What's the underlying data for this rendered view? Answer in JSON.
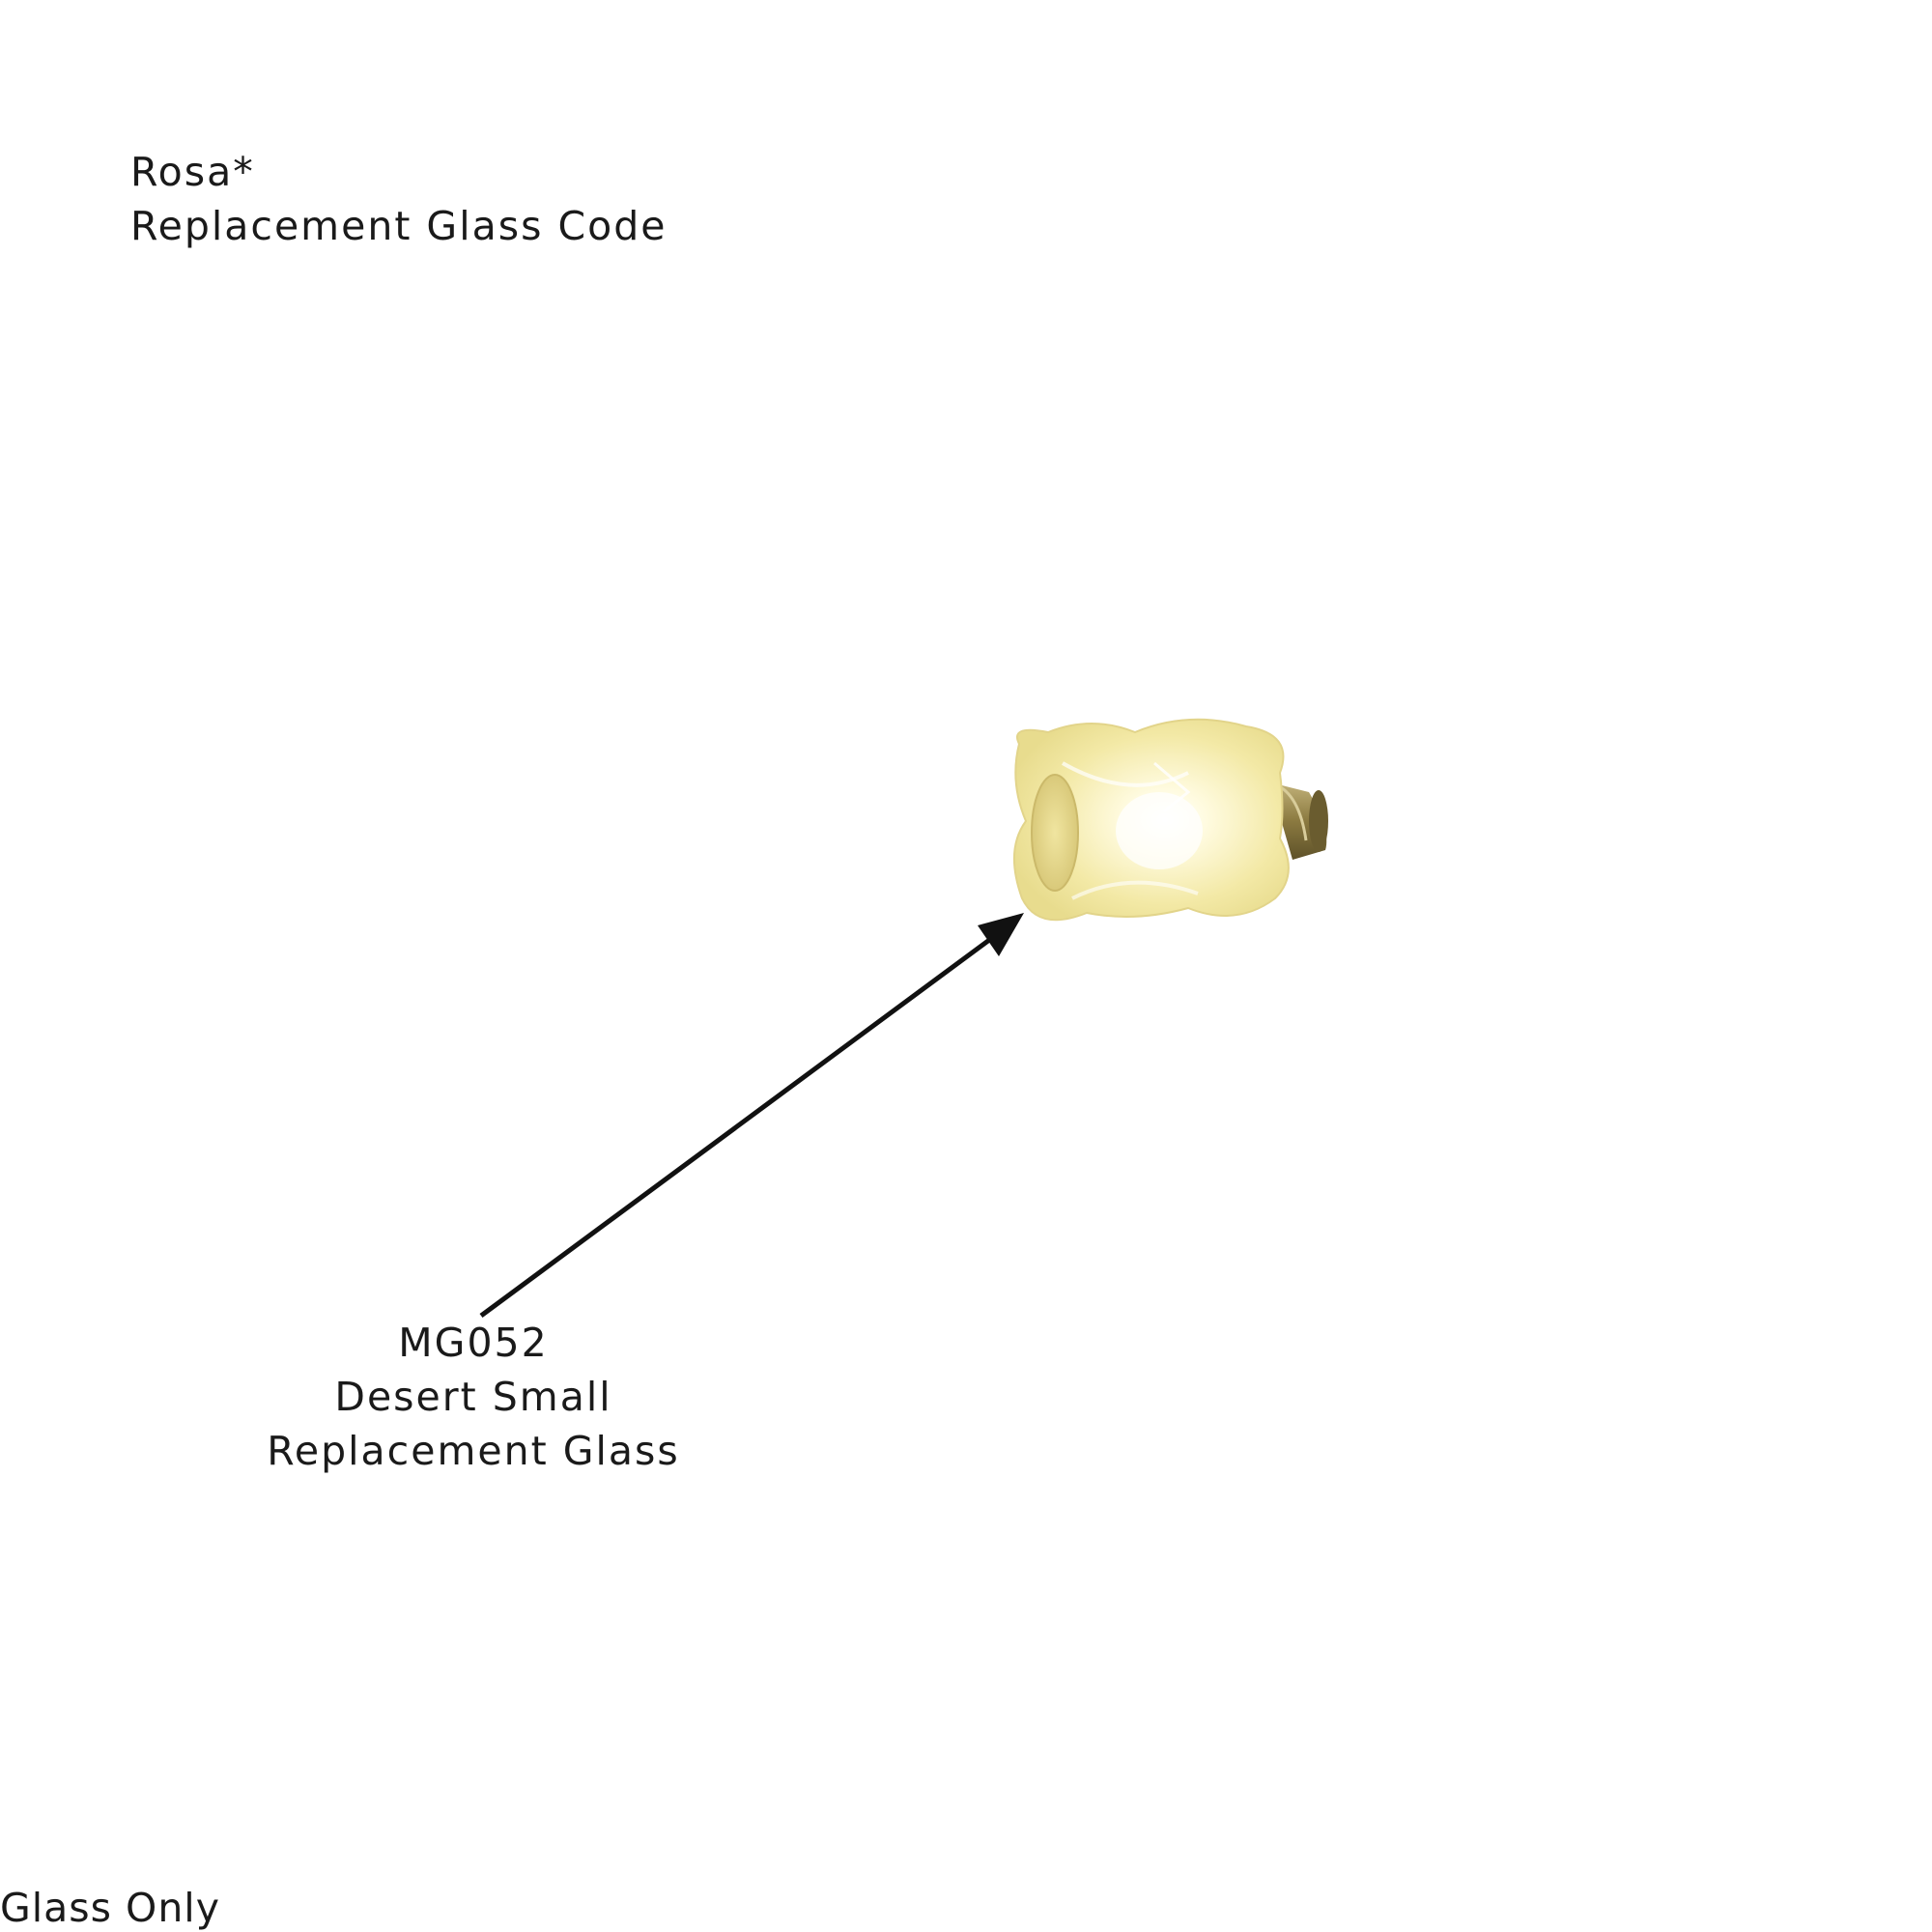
{
  "header": {
    "line1": "Rosa*",
    "line2": "Replacement Glass Code"
  },
  "callout": {
    "code": "MG052",
    "name": "Desert Small",
    "description": "Replacement Glass"
  },
  "footer": {
    "note": "Glass Only"
  },
  "colors": {
    "text": "#1a1a1a",
    "background": "#ffffff",
    "glass": "#f6f0b0",
    "brass": "#8c7a3e"
  },
  "illustration": {
    "subject": "lamp-glass-shade-icon",
    "pointer": "arrow-icon"
  }
}
